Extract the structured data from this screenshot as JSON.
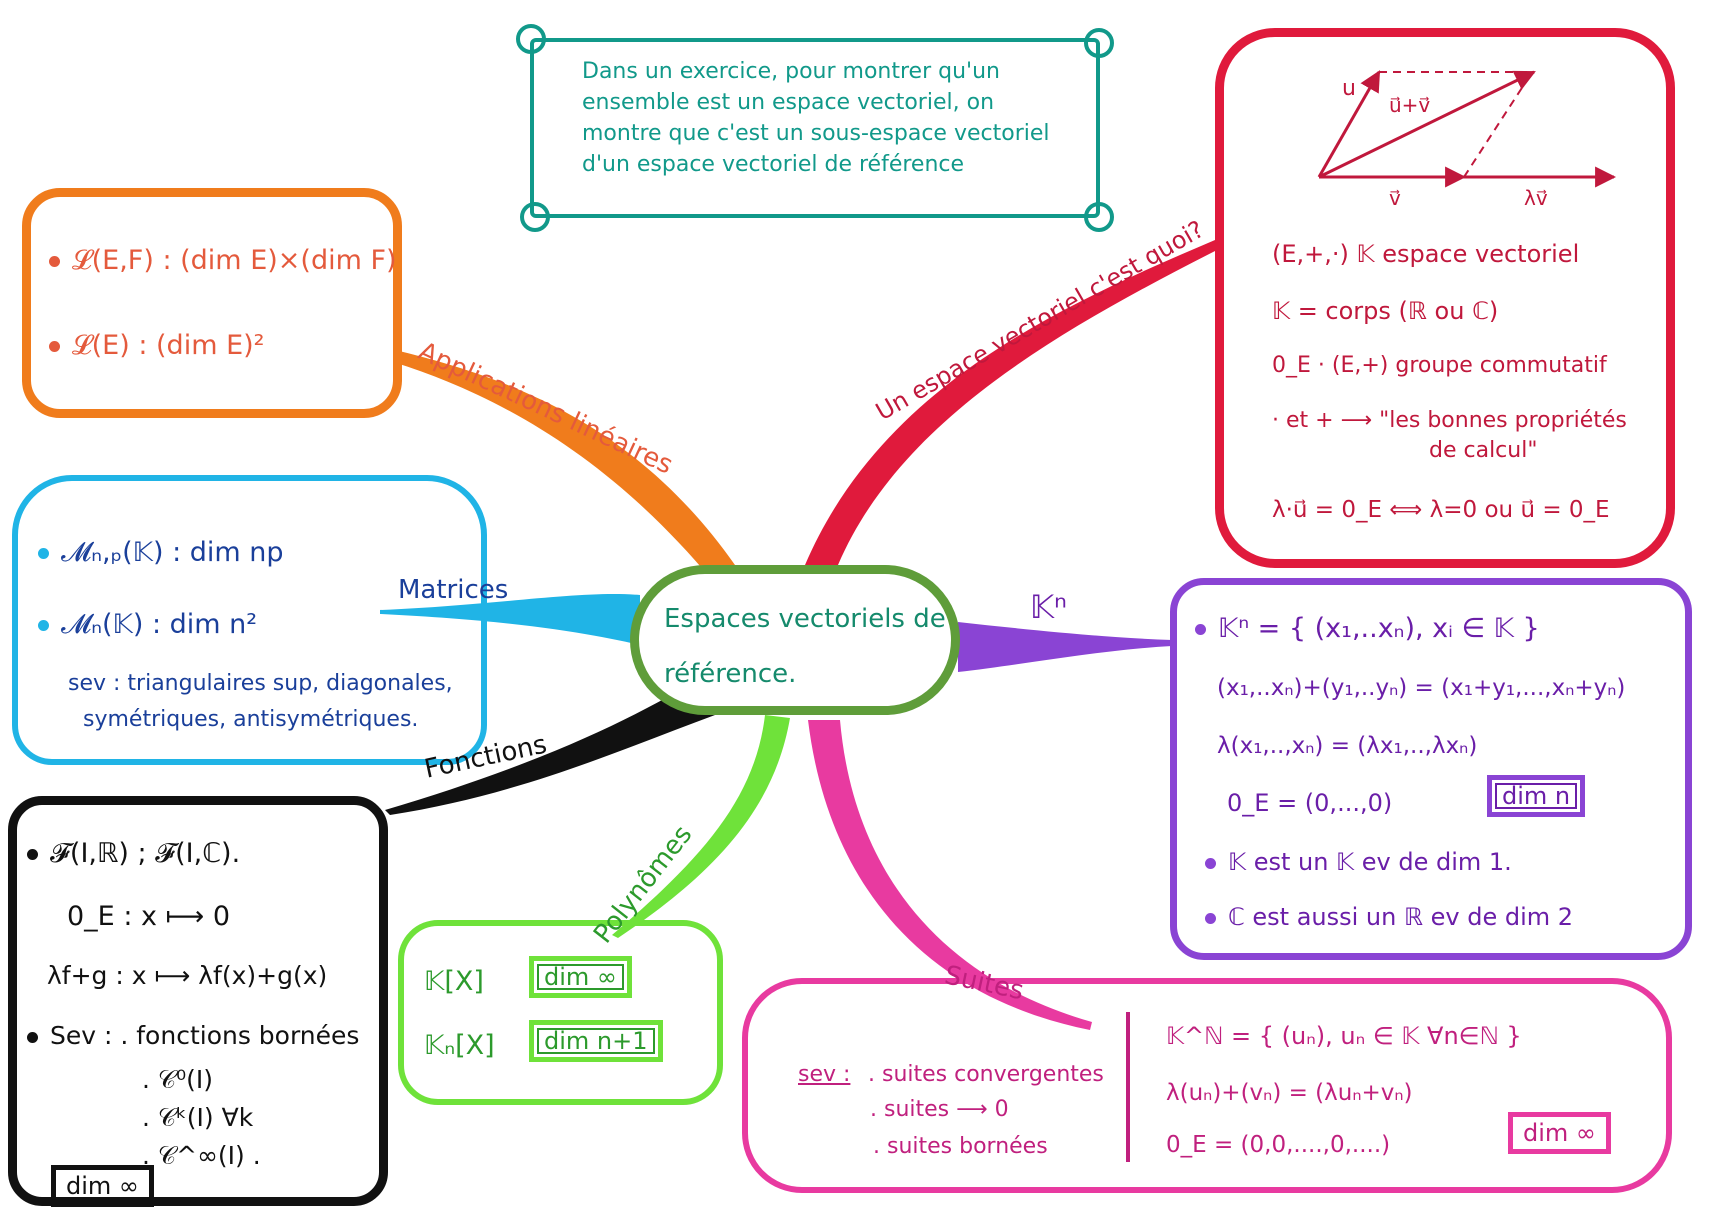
{
  "colors": {
    "applications": "#f07c1c",
    "matrices": "#20b4e6",
    "fonctions": "#111111",
    "polynomes": "#6fe23a",
    "suites": "#e83aa0",
    "kn": "#8a44d4",
    "definition": "#e01a3c",
    "centre": "#5f9d3a",
    "note": "#11998a"
  },
  "centre": {
    "line1": "Espaces vectoriels de",
    "line2": "référence."
  },
  "note": "Dans un exercice, pour montrer qu'un ensemble est un espace vectoriel, on montre que c'est un sous-espace vectoriel d'un espace vectoriel de référence",
  "branches": {
    "applications": "Applications linéaires",
    "matrices": "Matrices",
    "fonctions": "Fonctions",
    "polynomes": "Polynômes",
    "suites": "Suites",
    "kn": "𝕂ⁿ",
    "definition": "Un espace vectoriel c'est quoi?"
  },
  "applications": {
    "items": [
      "𝓛(E,F) : (dim E)×(dim F)",
      "𝓛(E) : (dim E)²"
    ]
  },
  "matrices": {
    "items": [
      "𝓜ₙ,ₚ(𝕂) : dim np",
      "𝓜ₙ(𝕂) : dim n²"
    ],
    "sev": "sev : triangulaires sup, diagonales,",
    "sev2": "symétriques, antisymétriques."
  },
  "fonctions": {
    "l1": "𝓕(I,ℝ) ; 𝓕(I,ℂ).",
    "l2": "0_E : x ⟼ 0",
    "l3": "λf+g : x ⟼ λf(x)+g(x)",
    "l4": "Sev : . fonctions bornées",
    "l5": ". 𝒞⁰(I)",
    "l6": ". 𝒞ᵏ(I) ∀k",
    "l7": ". 𝒞^∞(I) .",
    "dim": "dim ∞"
  },
  "polynomes": {
    "p1": "𝕂[X]",
    "d1": "dim ∞",
    "p2": "𝕂ₙ[X]",
    "d2": "dim n+1"
  },
  "definition": {
    "vectors": {
      "u": "u",
      "sum": "u⃗+v⃗",
      "v": "v⃗",
      "lv": "λv⃗"
    },
    "l1": "(E,+,·) 𝕂 espace vectoriel",
    "l2": "𝕂 = corps (ℝ ou ℂ)",
    "l3": "0_E ·   (E,+) groupe commutatif",
    "l4": "· et + ⟶ \"les bonnes propriétés",
    "l5": "de calcul\"",
    "l6": "λ·u⃗ = 0_E ⟺ λ=0  ou  u⃗ = 0_E"
  },
  "kn": {
    "l1": "𝕂ⁿ = { (x₁,..xₙ), xᵢ ∈ 𝕂 }",
    "l2": "(x₁,..xₙ)+(y₁,..yₙ) = (x₁+y₁,...,xₙ+yₙ)",
    "l3": "λ(x₁,..,xₙ) = (λx₁,..,λxₙ)",
    "l4": "0_E = (0,...,0)",
    "dim": "dim n",
    "l5": "𝕂 est un 𝕂 ev de dim 1.",
    "l6": "ℂ est aussi un ℝ ev de dim 2"
  },
  "suites": {
    "sev": "sev :",
    "s1": ". suites convergentes",
    "s2": ". suites ⟶ 0",
    "s3": ". suites bornées",
    "r1": "𝕂^ℕ = { (uₙ), uₙ ∈ 𝕂 ∀n∈ℕ }",
    "r2": "λ(uₙ)+(vₙ) = (λuₙ+vₙ)",
    "r3": "0_E = (0,0,....,0,....)",
    "dim": "dim ∞"
  }
}
